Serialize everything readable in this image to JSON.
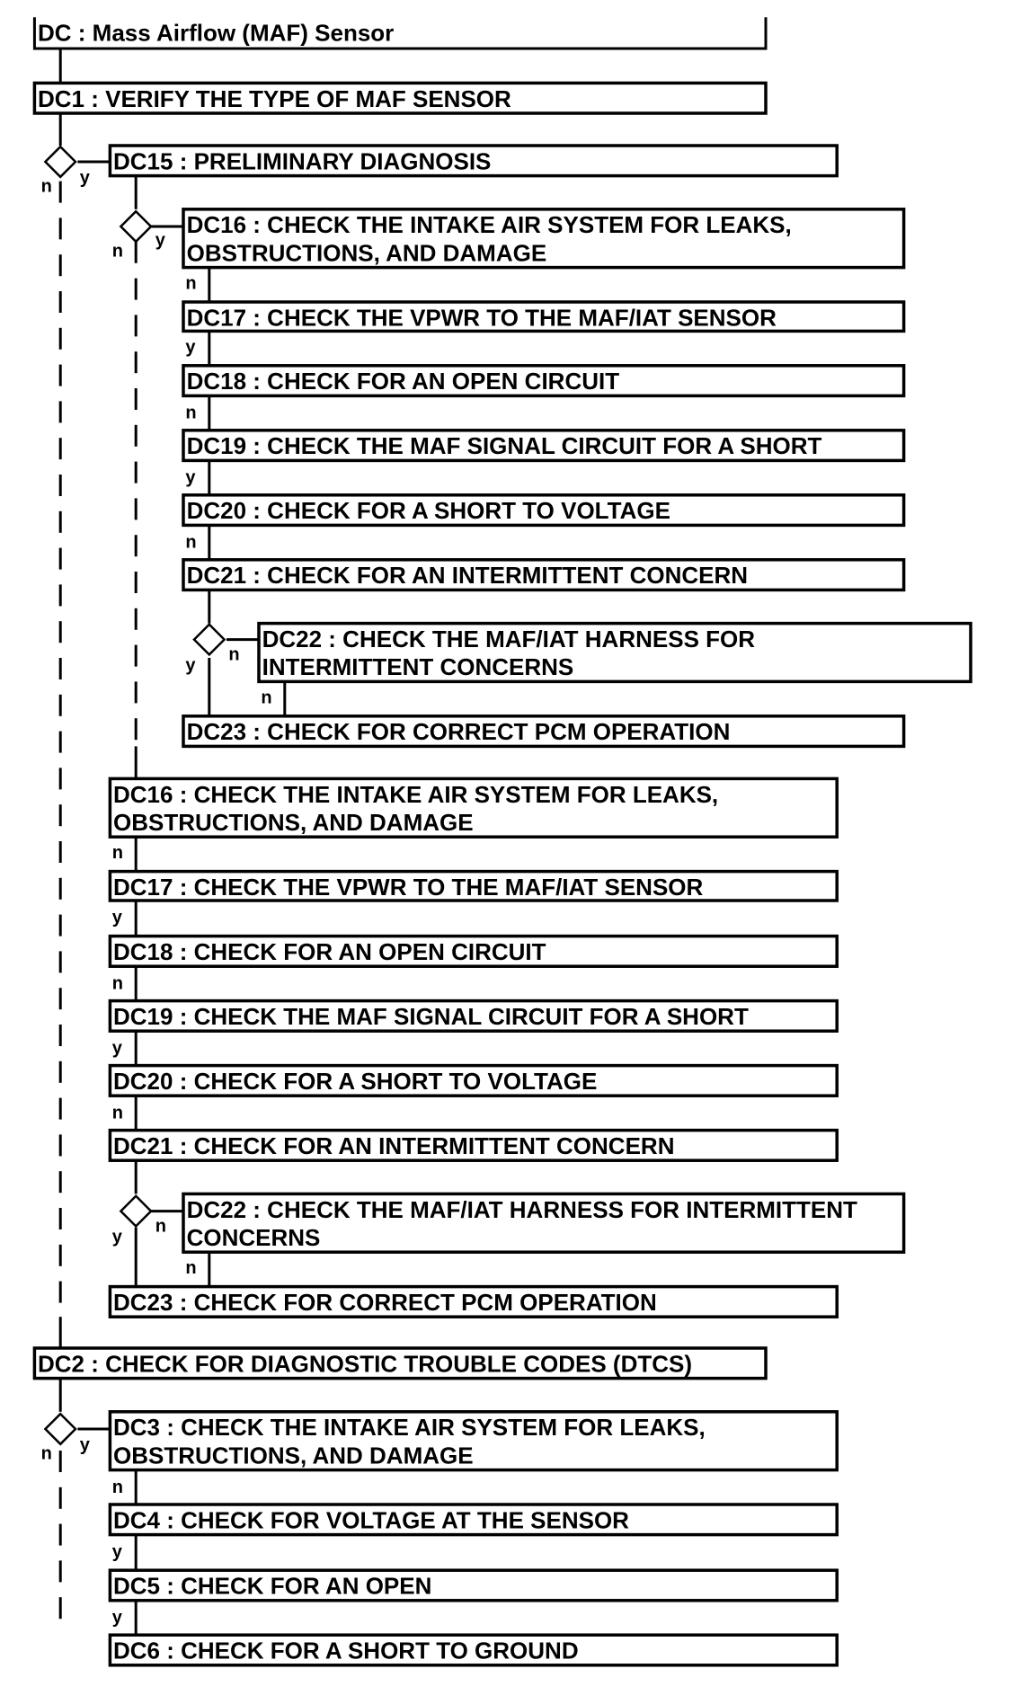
{
  "title": "DC : Mass Airflow (MAF) Sensor",
  "boxes": [
    {
      "id": "dc1",
      "lines": [
        "DC1 : VERIFY THE TYPE OF MAF SENSOR"
      ]
    },
    {
      "id": "dc15",
      "lines": [
        "DC15 : PRELIMINARY DIAGNOSIS"
      ]
    },
    {
      "id": "dc16a",
      "lines": [
        "DC16 : CHECK THE INTAKE AIR SYSTEM FOR LEAKS,",
        "OBSTRUCTIONS, AND DAMAGE"
      ]
    },
    {
      "id": "dc17a",
      "lines": [
        "DC17 : CHECK THE VPWR TO THE MAF/IAT SENSOR"
      ]
    },
    {
      "id": "dc18a",
      "lines": [
        "DC18 : CHECK FOR AN OPEN CIRCUIT"
      ]
    },
    {
      "id": "dc19a",
      "lines": [
        "DC19 : CHECK THE MAF SIGNAL CIRCUIT FOR A SHORT"
      ]
    },
    {
      "id": "dc20a",
      "lines": [
        "DC20 : CHECK FOR A SHORT TO VOLTAGE"
      ]
    },
    {
      "id": "dc21a",
      "lines": [
        "DC21 : CHECK FOR AN INTERMITTENT CONCERN"
      ]
    },
    {
      "id": "dc22a",
      "lines": [
        "DC22 : CHECK THE MAF/IAT HARNESS FOR",
        "INTERMITTENT CONCERNS"
      ]
    },
    {
      "id": "dc23a",
      "lines": [
        "DC23 : CHECK FOR CORRECT PCM OPERATION"
      ]
    },
    {
      "id": "dc16b",
      "lines": [
        "DC16 : CHECK THE INTAKE AIR SYSTEM FOR LEAKS,",
        "OBSTRUCTIONS, AND DAMAGE"
      ]
    },
    {
      "id": "dc17b",
      "lines": [
        "DC17 : CHECK THE VPWR TO THE MAF/IAT SENSOR"
      ]
    },
    {
      "id": "dc18b",
      "lines": [
        "DC18 : CHECK FOR AN OPEN CIRCUIT"
      ]
    },
    {
      "id": "dc19b",
      "lines": [
        "DC19 : CHECK THE MAF SIGNAL CIRCUIT FOR A SHORT"
      ]
    },
    {
      "id": "dc20b",
      "lines": [
        "DC20 : CHECK FOR A SHORT TO VOLTAGE"
      ]
    },
    {
      "id": "dc21b",
      "lines": [
        "DC21 : CHECK FOR AN INTERMITTENT CONCERN"
      ]
    },
    {
      "id": "dc22b",
      "lines": [
        "DC22 : CHECK THE MAF/IAT HARNESS FOR INTERMITTENT",
        "CONCERNS"
      ]
    },
    {
      "id": "dc23b",
      "lines": [
        "DC23 : CHECK FOR CORRECT PCM OPERATION"
      ]
    },
    {
      "id": "dc2",
      "lines": [
        "DC2 : CHECK FOR DIAGNOSTIC TROUBLE CODES (DTCS)"
      ]
    },
    {
      "id": "dc3",
      "lines": [
        "DC3 : CHECK THE INTAKE AIR SYSTEM FOR LEAKS,",
        "OBSTRUCTIONS, AND DAMAGE"
      ]
    },
    {
      "id": "dc4",
      "lines": [
        "DC4 : CHECK FOR VOLTAGE AT THE SENSOR"
      ]
    },
    {
      "id": "dc5",
      "lines": [
        "DC5 : CHECK FOR AN OPEN"
      ]
    },
    {
      "id": "dc6",
      "lines": [
        "DC6 : CHECK FOR A SHORT TO GROUND"
      ]
    }
  ],
  "decision_labels": {
    "yes": "y",
    "no": "n"
  },
  "connector_labels": [
    "n",
    "y",
    "n",
    "y",
    "n",
    "n",
    "n",
    "y",
    "n",
    "y",
    "n",
    "n",
    "n",
    "y",
    "y"
  ]
}
